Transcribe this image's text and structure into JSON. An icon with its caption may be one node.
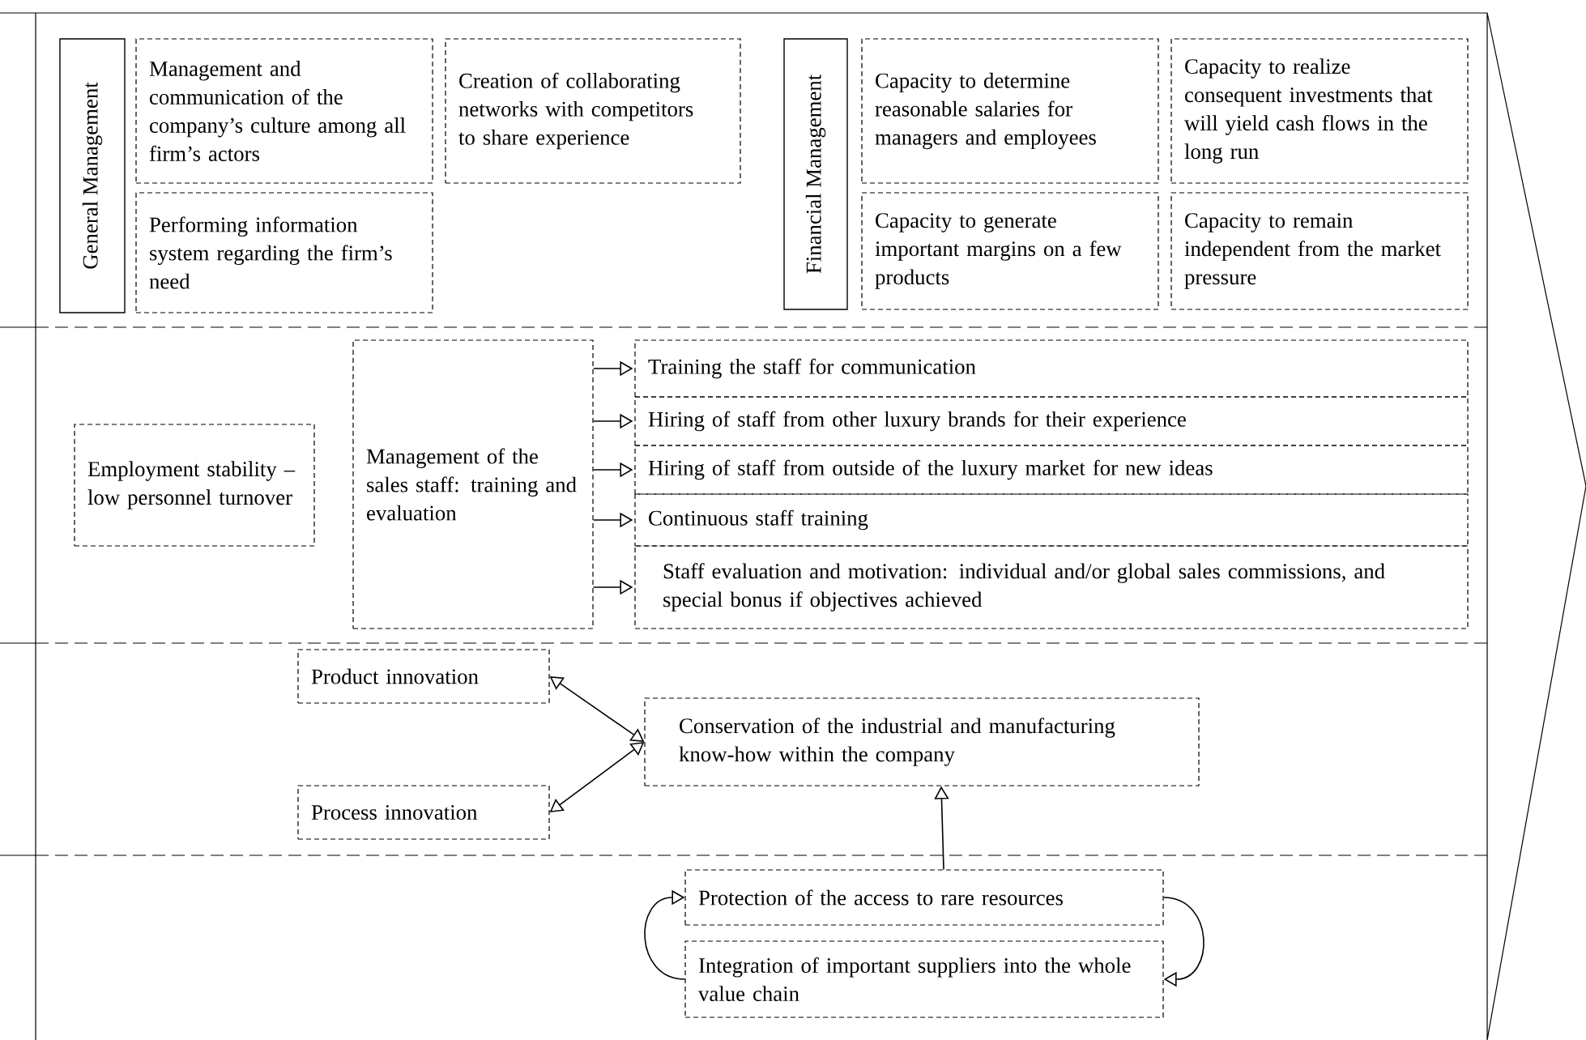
{
  "diagram": {
    "nodes": [
      {
        "text": [
          "General Management"
        ]
      },
      {
        "text": [
          "Management and communication of the company’s culture among all firm’s actors"
        ]
      },
      {
        "text": [
          "Creation of collaborating networks with competitors to share experience"
        ]
      },
      {
        "text": [
          "Performing information system regarding the firm’s need"
        ]
      },
      {
        "text": [
          "Financial Management"
        ]
      },
      {
        "text": [
          "Capacity to determine reasonable salaries for managers and employees"
        ]
      },
      {
        "text": [
          "Capacity to realize consequent investments that will yield cash flows in the long run"
        ]
      },
      {
        "text": [
          "Capacity to generate important margins on a few products"
        ]
      },
      {
        "text": [
          "Capacity to remain independent from the market pressure"
        ]
      },
      {
        "text": [
          "Employment stability – low personnel turnover"
        ]
      },
      {
        "text": [
          "Management of the sales staff: training and evaluation"
        ]
      },
      {
        "text": [
          "Training the staff for communication"
        ]
      },
      {
        "text": [
          "Hiring of staff from other luxury brands for their experience"
        ]
      },
      {
        "text": [
          "Hiring of staff from outside of the luxury market for new ideas"
        ]
      },
      {
        "text": [
          "Continuous staff training"
        ]
      },
      {
        "text": [
          "Staff evaluation and motivation: individual and/or global sales commissions, and special bonus if objectives achieved"
        ]
      },
      {
        "text": [
          "Product innovation"
        ]
      },
      {
        "text": [
          "Process innovation"
        ]
      },
      {
        "text": [
          "Conservation of the industrial and manufacturing know-how within the company"
        ]
      },
      {
        "text": [
          "Protection of the access to rare resources"
        ]
      },
      {
        "text": [
          "Integration of important suppliers into the whole value chain"
        ]
      }
    ],
    "edges": [
      {
        "from": 10,
        "to": 11,
        "arrow": "to"
      },
      {
        "from": 10,
        "to": 12,
        "arrow": "to"
      },
      {
        "from": 10,
        "to": 13,
        "arrow": "to"
      },
      {
        "from": 10,
        "to": 14,
        "arrow": "to"
      },
      {
        "from": 10,
        "to": 15,
        "arrow": "to"
      },
      {
        "from": 16,
        "to": 18,
        "arrow": "both"
      },
      {
        "from": 17,
        "to": 18,
        "arrow": "both"
      },
      {
        "from": 19,
        "to": 18,
        "arrow": "to"
      },
      {
        "from": 20,
        "to": 19,
        "arrow": "to"
      },
      {
        "from": 19,
        "to": 20,
        "arrow": "to"
      }
    ]
  }
}
